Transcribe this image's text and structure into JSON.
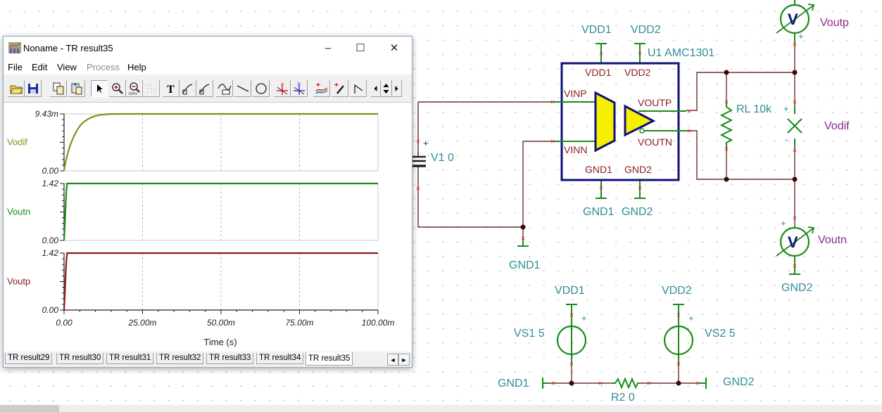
{
  "window": {
    "title": "Noname - TR result35",
    "controls": {
      "minimize": "–",
      "maximize": "☐",
      "close": "✕"
    }
  },
  "menu": {
    "items": [
      {
        "label": "File",
        "enabled": true
      },
      {
        "label": "Edit",
        "enabled": true
      },
      {
        "label": "View",
        "enabled": true
      },
      {
        "label": "Process",
        "enabled": false
      },
      {
        "label": "Help",
        "enabled": true
      }
    ]
  },
  "toolbar": {
    "tools": [
      "open-folder",
      "save",
      "copy",
      "paste",
      "select-arrow",
      "zoom-in",
      "zoom-100",
      "grid",
      "text",
      "marker-1",
      "marker-2",
      "annotate-graph",
      "line",
      "circle",
      "cursor-a",
      "cursor-b",
      "add-curve",
      "add-probe",
      "polyline",
      "scroll-left",
      "scroll-updown",
      "scroll-right"
    ],
    "pressed": "select-arrow"
  },
  "chart_data": {
    "type": "line",
    "xlabel": "Time (s)",
    "x_ticks": [
      "0.00",
      "25.00m",
      "50.00m",
      "75.00m",
      "100.00m"
    ],
    "xlim": [
      0,
      0.1
    ],
    "grid": "vertical-dashed",
    "panels": [
      {
        "name": "Vodif",
        "color": "#8b8b1a",
        "ylim": [
          0,
          0.00943
        ],
        "y_ticks": [
          "0.00",
          "9.43m"
        ],
        "x": [
          0,
          0.0005,
          0.001,
          0.002,
          0.003,
          0.004,
          0.005,
          0.006,
          0.008,
          0.01,
          0.012,
          0.015,
          0.02,
          0.1
        ],
        "y": [
          0,
          0.0015,
          0.0026,
          0.0043,
          0.0056,
          0.0066,
          0.0074,
          0.008,
          0.0087,
          0.0091,
          0.0093,
          0.00942,
          0.00943,
          0.00943
        ]
      },
      {
        "name": "Voutn",
        "color": "#1a8a1a",
        "ylim": [
          0,
          1.42
        ],
        "y_ticks": [
          "0.00",
          "1.42"
        ],
        "x": [
          0,
          0.0002,
          0.0004,
          0.0006,
          0.0008,
          0.001,
          0.1
        ],
        "y": [
          0,
          0.3,
          0.7,
          1.05,
          1.3,
          1.42,
          1.42
        ]
      },
      {
        "name": "Voutp",
        "color": "#8b1a1a",
        "ylim": [
          0,
          1.42
        ],
        "y_ticks": [
          "0.00",
          "1.42"
        ],
        "x": [
          0,
          0.0002,
          0.0004,
          0.0006,
          0.0008,
          0.001,
          0.1
        ],
        "y": [
          0,
          0.3,
          0.7,
          1.05,
          1.3,
          1.42,
          1.42
        ]
      }
    ]
  },
  "tabs": {
    "items": [
      "TR result29",
      "TR result30",
      "TR result31",
      "TR result32",
      "TR result33",
      "TR result34",
      "TR result35"
    ],
    "active": "TR result35",
    "scroll_left": "◄",
    "scroll_right": "►"
  },
  "schematic": {
    "u1_label": "U1 AMC1301",
    "u1_pins": {
      "vdd1": "VDD1",
      "vdd2": "VDD2",
      "vinp": "VINP",
      "vinn": "VINN",
      "voutp": "VOUTP",
      "voutn": "VOUTN",
      "gnd1": "GND1",
      "gnd2": "GND2"
    },
    "supply_top": {
      "vdd1": "VDD1",
      "vdd2": "VDD2"
    },
    "ground_below_u1": {
      "gnd1": "GND1",
      "gnd2": "GND2"
    },
    "v1": {
      "label": "V1 0",
      "plus": "+"
    },
    "gnd_v1": "GND1",
    "rl": "RL 10k",
    "vodif": {
      "label": "Vodif",
      "plus": "+",
      "minus": "-"
    },
    "voutp_meter": {
      "label": "Voutp",
      "glyph": "V",
      "plus": "+"
    },
    "voutn_meter": {
      "label": "Voutn",
      "glyph": "V",
      "plus": "+"
    },
    "gnd_voutn": "GND2",
    "vs1": {
      "label": "VS1 5",
      "node": "VDD1",
      "plus": "+"
    },
    "vs2": {
      "label": "VS2 5",
      "node": "VDD2",
      "plus": "+"
    },
    "gnd_left": "GND1",
    "gnd_right": "GND2",
    "r2": "R2 0"
  }
}
